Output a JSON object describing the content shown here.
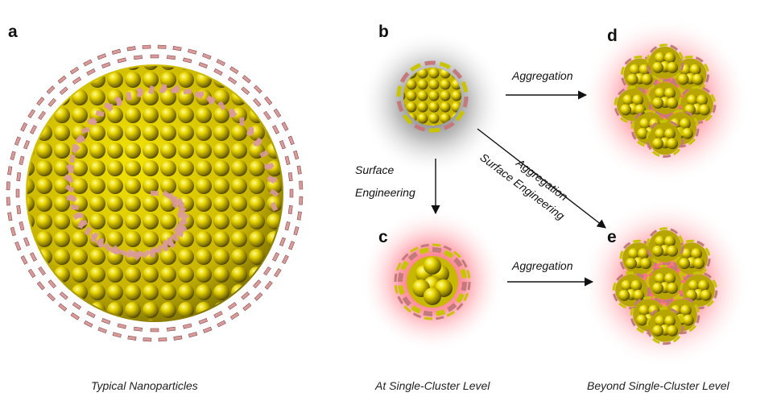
{
  "panels": {
    "a": {
      "label": "a"
    },
    "b": {
      "label": "b"
    },
    "c": {
      "label": "c"
    },
    "d": {
      "label": "d"
    },
    "e": {
      "label": "e"
    }
  },
  "captions": {
    "left": "Typical Nanoparticles",
    "middle": "At Single-Cluster Level",
    "right": "Beyond Single-Cluster Level"
  },
  "arrows": {
    "b_to_d": "Aggregation",
    "b_to_c_line1": "Surface",
    "b_to_c_line2": "Engineering",
    "b_to_e_line1": "Aggregation",
    "b_to_e_line2": "Surface Engineering",
    "c_to_e": "Aggregation"
  },
  "colors": {
    "gold": "#e5d100",
    "ligand": "#d99a9a",
    "glow_red": "#ff3b4f",
    "glow_gray": "#5a5a5a"
  }
}
